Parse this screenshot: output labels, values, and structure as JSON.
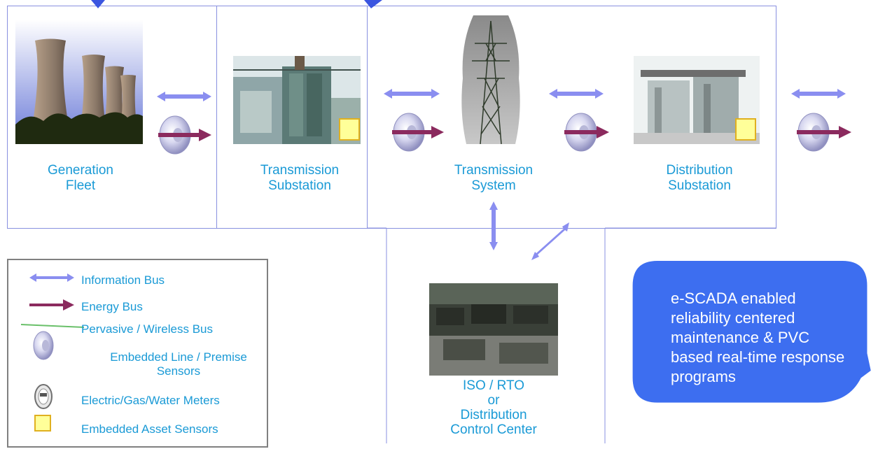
{
  "nodes": {
    "generation": {
      "line1": "Generation",
      "line2": "Fleet"
    },
    "tx_substation": {
      "line1": "Transmission",
      "line2": "Substation"
    },
    "tx_system": {
      "line1": "Transmission",
      "line2": "System"
    },
    "dist_substation": {
      "line1": "Distribution",
      "line2": "Substation"
    },
    "control_center": {
      "line1": "ISO / RTO",
      "line2": "or",
      "line3": "Distribution",
      "line4": "Control Center"
    }
  },
  "legend": {
    "info_bus": "Information Bus",
    "energy_bus": "Energy Bus",
    "wireless_bus": "Pervasive / Wireless Bus",
    "line_sensors_1": "Embedded Line / Premise",
    "line_sensors_2": "Sensors",
    "meters": "Electric/Gas/Water Meters",
    "asset_sensors": "Embedded Asset Sensors"
  },
  "callout": {
    "text": "e-SCADA enabled reliability centered maintenance & PVC based real-time response programs"
  },
  "colors": {
    "info_bus": "#8a8ef0",
    "energy_bus": "#8b2a5e",
    "label": "#1a9ad6",
    "callout": "#3d6ef0",
    "asset_sensor": "#ffff99"
  },
  "icons": {
    "info_bus": "double-arrow-icon",
    "energy_bus": "energy-arrow-icon",
    "sensor": "line-sensor-icon",
    "meter": "meter-icon",
    "asset": "asset-sensor-icon"
  }
}
